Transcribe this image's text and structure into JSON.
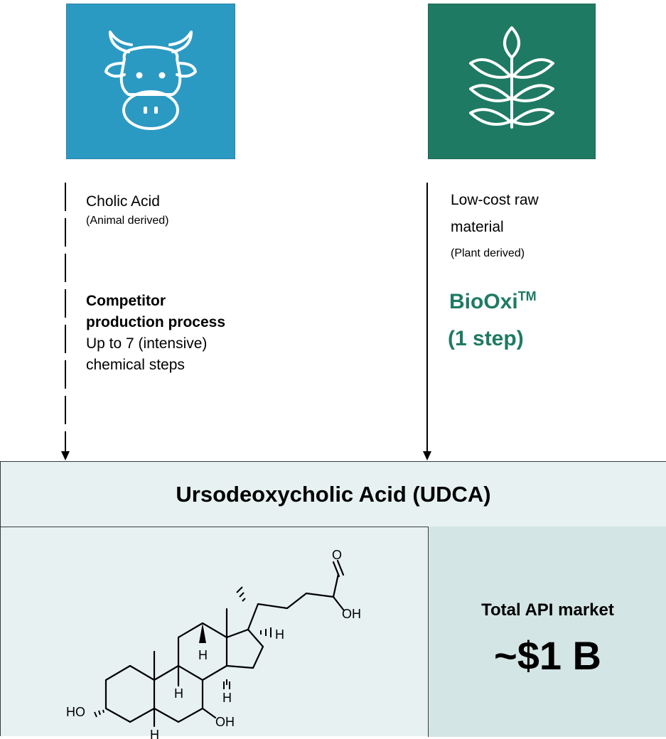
{
  "left_source": {
    "icon": "cow-icon",
    "color": "#2b9ac3",
    "title": "Cholic Acid",
    "subtitle": "(Animal derived)",
    "process_title_line1": "Competitor",
    "process_title_line2": "production process",
    "process_desc_line1": "Up to 7 (intensive)",
    "process_desc_line2": "chemical steps"
  },
  "right_source": {
    "icon": "leaf-branch-icon",
    "color": "#1f7a63",
    "title_line1": "Low-cost raw",
    "title_line2": "material",
    "subtitle": "(Plant derived)",
    "process_name": "BioOxi",
    "process_trademark": "TM",
    "process_steps": "(1 step)"
  },
  "product": {
    "title": "Ursodeoxycholic Acid (UDCA)",
    "structure_labels": {
      "ho": "HO",
      "oh_bottom": "OH",
      "oh_acid": "OH",
      "o_acid": "O",
      "h_c17": "H",
      "h_c8": "H",
      "h_c9": "H",
      "h_c14": "H",
      "h_c5": "H"
    }
  },
  "market": {
    "label": "Total API market",
    "value": "~$1 B",
    "color": "#d3e5e4"
  }
}
